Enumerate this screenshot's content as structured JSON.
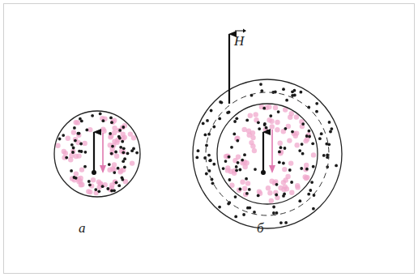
{
  "diagram": {
    "labels": [
      "а",
      "б",
      "H"
    ]
  }
}
